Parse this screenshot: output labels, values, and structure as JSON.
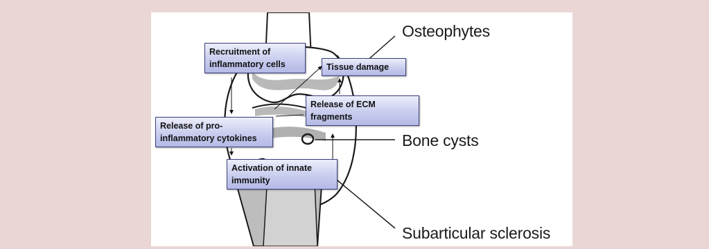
{
  "outer_labels": {
    "osteophytes": "Osteophytes",
    "bone_cysts": "Bone cysts",
    "sclerosis": "Subarticular sclerosis"
  },
  "boxes": {
    "recruitment": "Recruitment of inflammatory cells",
    "tissue_damage": "Tissue damage",
    "ecm": "Release of ECM fragments",
    "cytokines": "Release of pro-inflammatory cytokines",
    "innate": "Activation of innate immunity"
  },
  "colors": {
    "page_background": "#ead6d5",
    "box_border": "#3a3f7a",
    "box_fill": "#c9cdee",
    "cartilage": "#b9b9b9"
  }
}
